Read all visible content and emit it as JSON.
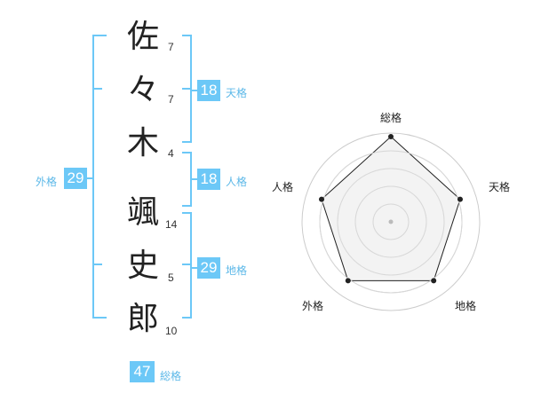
{
  "name": {
    "characters": [
      {
        "char": "佐",
        "strokes": "7"
      },
      {
        "char": "々",
        "strokes": "7"
      },
      {
        "char": "木",
        "strokes": "4"
      },
      {
        "char": "颯",
        "strokes": "14"
      },
      {
        "char": "史",
        "strokes": "5"
      },
      {
        "char": "郎",
        "strokes": "10"
      }
    ]
  },
  "fortune": {
    "tenkaku": {
      "label": "天格",
      "value": "18"
    },
    "jinkaku": {
      "label": "人格",
      "value": "18"
    },
    "chikaku": {
      "label": "地格",
      "value": "29"
    },
    "gaikaku": {
      "label": "外格",
      "value": "29"
    },
    "soukaku": {
      "label": "総格",
      "value": "47"
    }
  },
  "radar": {
    "labels": [
      "総格",
      "天格",
      "地格",
      "外格",
      "人格"
    ],
    "values": [
      0.96,
      0.82,
      0.82,
      0.82,
      0.82
    ],
    "colors": {
      "bracket": "#6cc8f7",
      "grid": "#cccccc",
      "fill": "#f0f0f0",
      "line": "#222222"
    }
  }
}
